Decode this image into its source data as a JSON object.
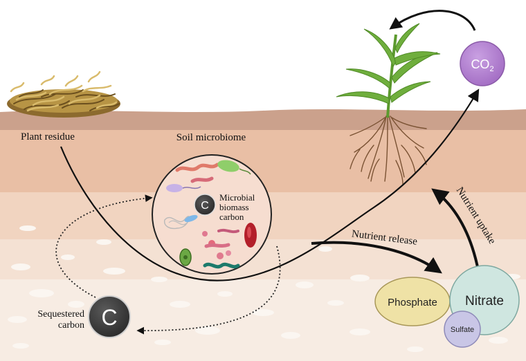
{
  "labels": {
    "plant_residue": "Plant residue",
    "soil_microbiome": "Soil microbiome",
    "microbial_carbon": [
      "Microbial",
      "biomass",
      "carbon"
    ],
    "carbon_symbol": "C",
    "sequestered": [
      "Sequestered",
      "carbon"
    ],
    "nutrient_release": "Nutrient release",
    "nutrient_uptake": "Nutrient uptake",
    "phosphate": "Phosphate",
    "nitrate": "Nitrate",
    "sulfate": "Sulfate",
    "co2_main": "CO",
    "co2_sub": "2"
  },
  "colors": {
    "sky": "#ffffff",
    "topsoil": "#cba18c",
    "soil_band_2": "#e9bfa5",
    "soil_band_3": "#f1d4c0",
    "soil_band_4": "#f4e1d3",
    "deep_soil": "#f7ece3",
    "co2_fill": "#b27fd0",
    "phosphate_fill": "#efe2a6",
    "nitrate_fill": "#cfe6e0",
    "sulfate_fill": "#c9c6e6",
    "carbon_dark": "#3d3d3d",
    "plant_green": "#6fae3d",
    "root_brown": "#7a5233"
  }
}
